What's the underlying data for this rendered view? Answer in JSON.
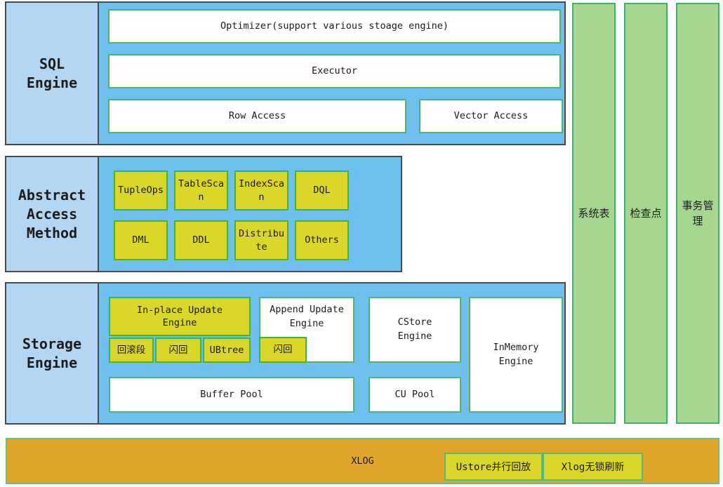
{
  "sql": {
    "label": "SQL\nEngine",
    "optimizer": "Optimizer(support various stoage engine)",
    "executor": "Executor",
    "row_access": "Row Access",
    "vector_access": "Vector Access"
  },
  "abstract": {
    "label": "Abstract\nAccess\nMethod",
    "cells": [
      "TupleOps",
      "TableScan",
      "IndexScan",
      "DQL",
      "DML",
      "DDL",
      "Distribute",
      "Others"
    ]
  },
  "storage": {
    "label": "Storage\nEngine",
    "inplace_update": "In-place Update\nEngine",
    "rollback_segment": "回滚段",
    "flashback": "闪回",
    "ubtree": "UBtree",
    "append_update": "Append Update\nEngine",
    "append_flashback": "闪回",
    "buffer_pool": "Buffer Pool",
    "cstore": "CStore\nEngine",
    "cu_pool": "CU Pool",
    "inmemory": "InMemory\nEngine"
  },
  "pillars": {
    "system_catalog": "系统表",
    "checkpoint": "检查点",
    "transaction_mgmt": "事务管理"
  },
  "xlog": {
    "label": "XLOG",
    "ustore_replay": "Ustore并行回放",
    "lockfree_flush": "Xlog无锁刷新"
  },
  "colors": {
    "label_blue": "#b3d7f2",
    "content_blue": "#6fc0ee",
    "box_yellow": "#dbd62a",
    "pillar_green": "#a5d791",
    "bar_orange": "#e0a62b",
    "green_border": "#3cb44a"
  }
}
